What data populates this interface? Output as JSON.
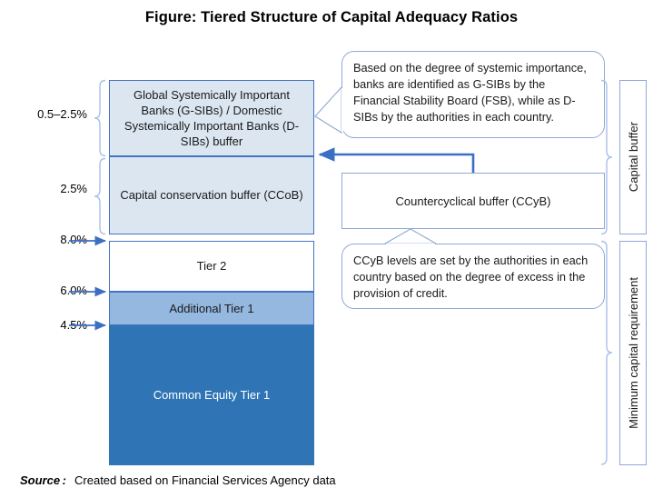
{
  "figure": {
    "title": "Figure: Tiered Structure of Capital Adequacy Ratios"
  },
  "axis": {
    "labels": [
      {
        "text": "0.5–2.5%",
        "marker": "brace"
      },
      {
        "text": "2.5%",
        "marker": "brace"
      },
      {
        "text": "8.0%",
        "marker": "arrow"
      },
      {
        "text": "6.0%",
        "marker": "arrow"
      },
      {
        "text": "4.5%",
        "marker": "arrow"
      }
    ]
  },
  "stack": {
    "segments": [
      {
        "id": "gsib-dsib-buffer",
        "label": "Global Systemically Important Banks (G-SIBs) / Domestic Systemically Important Banks (D-SIBs) buffer",
        "value": "0.5–2.5%",
        "fill": "#dce6f1",
        "group": "capital-buffer"
      },
      {
        "id": "ccob",
        "label": "Capital conservation buffer (CCoB)",
        "value": "2.5%",
        "fill": "#dce6f1",
        "group": "capital-buffer"
      },
      {
        "id": "tier-2",
        "label": "Tier 2",
        "value": "8.0%",
        "fill": "#ffffff",
        "group": "minimum-capital-requirement"
      },
      {
        "id": "additional-tier-1",
        "label": "Additional Tier 1",
        "value": "6.0%",
        "fill": "#95b8e0",
        "group": "minimum-capital-requirement"
      },
      {
        "id": "common-equity-tier-1",
        "label": "Common Equity Tier 1",
        "value": "4.5%",
        "fill": "#2f75b5",
        "group": "minimum-capital-requirement"
      }
    ]
  },
  "callouts": {
    "gsib": "Based on the degree of systemic importance, banks are identified as G-SIBs by the Financial Stability Board (FSB), while as D-SIBs by the authorities in each country.",
    "ccyb_box": "Countercyclical buffer (CCyB)",
    "ccyb_note": "CCyB levels are set by the authorities in each country based on the degree of excess in the provision of credit."
  },
  "groups": {
    "capital_buffer": "Capital buffer",
    "minimum_capital_requirement": "Minimum capital requirement"
  },
  "source": {
    "label": "Source :",
    "text": "Created based on Financial Services Agency data"
  },
  "colors": {
    "accent_border": "#4472c4",
    "light_border": "#8ea9d4",
    "buffer_fill": "#dce6f1",
    "at1_fill": "#95b8e0",
    "cet1_fill": "#2f75b5",
    "connector": "#3b6fc4"
  }
}
